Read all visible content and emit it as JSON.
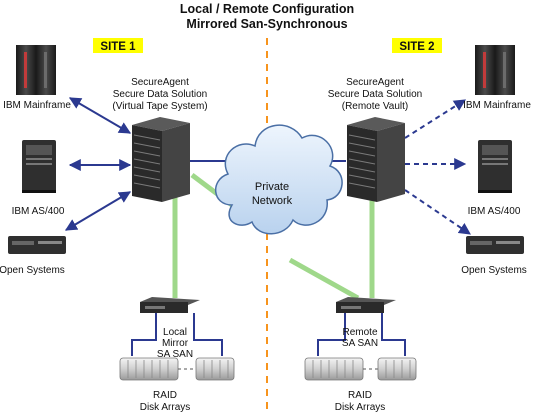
{
  "title": {
    "line1": "Local / Remote Configuration",
    "line2": "Mirrored San-Synchronous"
  },
  "site1": {
    "badge": "SITE 1",
    "agent": {
      "line1": "SecureAgent",
      "line2": "Secure Data Solution",
      "line3": "(Virtual Tape System)"
    },
    "hosts": [
      "IBM Mainframe",
      "IBM AS/400",
      "Open Systems"
    ],
    "san": {
      "line1": "Local",
      "line2": "Mirror",
      "line3": "SA SAN"
    },
    "raid": {
      "line1": "RAID",
      "line2": "Disk Arrays"
    }
  },
  "site2": {
    "badge": "SITE 2",
    "agent": {
      "line1": "SecureAgent",
      "line2": "Secure Data Solution",
      "line3": "(Remote Vault)"
    },
    "hosts": [
      "IBM Mainframe",
      "IBM AS/400",
      "Open Systems"
    ],
    "san": {
      "line1": "Remote",
      "line2": "SA SAN"
    },
    "raid": {
      "line1": "RAID",
      "line2": "Disk Arrays"
    }
  },
  "network": {
    "line1": "Private",
    "line2": "Network"
  },
  "colors": {
    "site_badge": "#ffff00",
    "link_blue": "#2b3990",
    "link_green": "#9fd88a",
    "divider": "#f7941d",
    "cloud_fill": "#d7e6f7",
    "cloud_stroke": "#4a6fa5",
    "server_dark": "#2a2a2a"
  },
  "icons": [
    "mainframe-icon",
    "as400-icon",
    "open-systems-icon",
    "server-icon",
    "san-switch-icon",
    "disk-array-icon",
    "cloud-icon"
  ]
}
